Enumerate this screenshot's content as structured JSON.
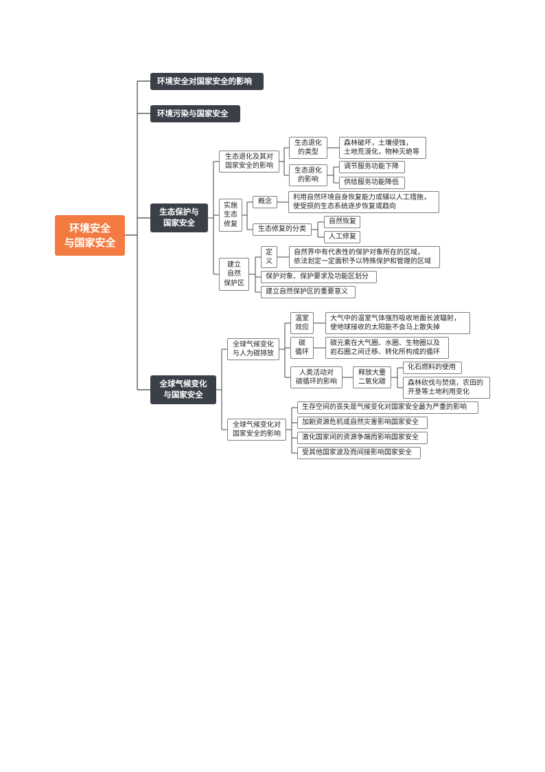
{
  "root": {
    "line1": "环境安全",
    "line2": "与国家安全"
  },
  "level1": {
    "a": "环境安全对国家安全的影响",
    "b": "环境污染与国家安全",
    "c": {
      "line1": "生态保护与",
      "line2": "国家安全"
    },
    "d": {
      "line1": "全球气候变化",
      "line2": "与国家安全"
    }
  },
  "eco": {
    "degradation": {
      "label": {
        "line1": "生态退化及其对",
        "line2": "国家安全的影响"
      },
      "types": {
        "line1": "生态退化",
        "line2": "的类型"
      },
      "types_desc": {
        "line1": "森林破坏，土壤侵蚀，",
        "line2": "土地荒漠化，物种灭绝等"
      },
      "impact": {
        "line1": "生态退化",
        "line2": "的影响"
      },
      "impact_items": [
        "调节服务功能下降",
        "供给服务功能降低"
      ]
    },
    "restore": {
      "label": {
        "line1": "实施",
        "line2": "生态",
        "line3": "修复"
      },
      "concept": "概念",
      "concept_desc": {
        "line1": "利用自然环境自身恢复能力或辅以人工措施，",
        "line2": "使受损的生态系统逐步恢复或趋向"
      },
      "category": "生态修复的分类",
      "category_items": [
        "自然恢复",
        "人工修复"
      ]
    },
    "reserve": {
      "label": {
        "line1": "建立",
        "line2": "自然",
        "line3": "保护区"
      },
      "definition": {
        "line1": "定",
        "line2": "义"
      },
      "definition_desc": {
        "line1": "自然界中有代表性的保护对象所在的区域，",
        "line2": "依法划定一定面积予以特殊保护和管理的区域"
      },
      "items": [
        "保护对象、保护要求及功能区划分",
        "建立自然保护区的重要意义"
      ]
    }
  },
  "climate": {
    "carbon": {
      "label": {
        "line1": "全球气候变化",
        "line2": "与人为碳排放"
      },
      "greenhouse": {
        "line1": "温室",
        "line2": "效应"
      },
      "greenhouse_desc": {
        "line1": "大气中的温室气体强烈吸收地面长波辐射，",
        "line2": "使地球接收的太阳能不会马上散失掉"
      },
      "cycle": {
        "line1": "碳",
        "line2": "循环"
      },
      "cycle_desc": {
        "line1": "碳元素在大气圈、水圈、生物圈以及",
        "line2": "岩石圈之间迁移、转化所构成的循环"
      },
      "human": {
        "line1": "人类活动对",
        "line2": "碳循环的影响"
      },
      "release": {
        "line1": "释放大量",
        "line2": "二氧化碳"
      },
      "release_items": [
        "化石燃料的使用",
        {
          "line1": "森林砍伐与焚烧，农田的",
          "line2": "开垦等土地利用变化"
        }
      ]
    },
    "security": {
      "label": {
        "line1": "全球气候变化对",
        "line2": "国家安全的影响"
      },
      "items": [
        "生存空间的丧失是气候变化对国家安全最为严重的影响",
        "加剧资源危机或自然灾害影响国家安全",
        "激化国家间的资源争端而影响国家安全",
        "受其他国家波及而间接影响国家安全"
      ]
    }
  },
  "colors": {
    "root": "#f37a40",
    "level1": "#3b4048",
    "line": "#3b4048",
    "box_border": "#7d7d7d"
  }
}
